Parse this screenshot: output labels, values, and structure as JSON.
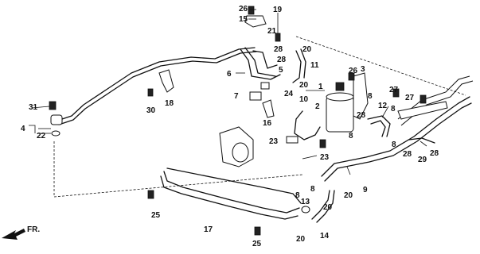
{
  "diagram": {
    "labels": {
      "l1": "1",
      "l2": "2",
      "l3": "3",
      "l4": "4",
      "l5": "5",
      "l6": "6",
      "l7": "7",
      "l8a": "8",
      "l8b": "8",
      "l8c": "8",
      "l8d": "8",
      "l8e": "8",
      "l9": "9",
      "l10": "10",
      "l11": "11",
      "l12": "12",
      "l13": "13",
      "l14": "14",
      "l15": "15",
      "l16": "16",
      "l17": "17",
      "l18": "18",
      "l19": "19",
      "l20a": "20",
      "l20b": "20",
      "l20c": "20",
      "l20d": "20",
      "l20e": "20",
      "l21": "21",
      "l22": "22",
      "l23": "23",
      "l24": "24",
      "l25a": "25",
      "l25b": "25",
      "l26a": "26",
      "l26b": "26",
      "l27a": "27",
      "l27b": "27",
      "l28a": "28",
      "l28b": "28",
      "l28c": "28",
      "l28d": "28",
      "l29": "29",
      "l30": "30",
      "l31": "31"
    },
    "direction_label": "FR."
  }
}
